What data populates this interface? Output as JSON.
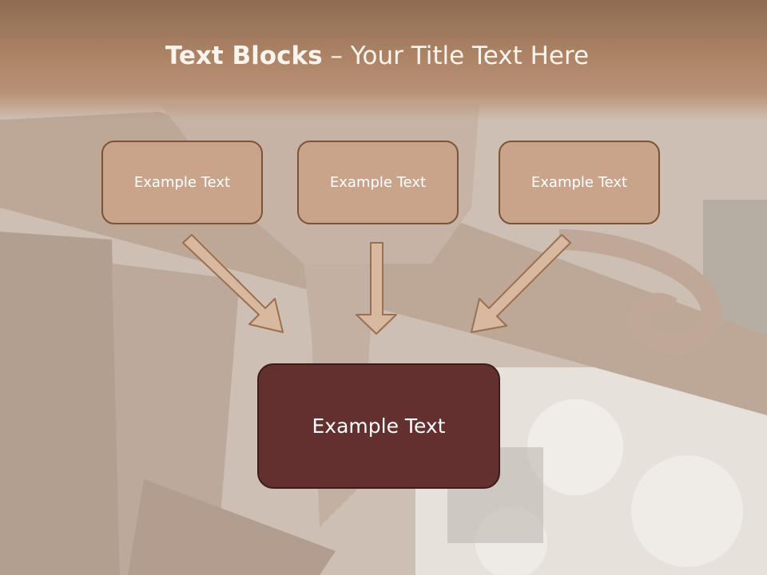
{
  "slide": {
    "title_bold": "Text Blocks",
    "title_rest": " – Your Title Text Here",
    "boxes": [
      {
        "label": "Example Text"
      },
      {
        "label": "Example Text"
      },
      {
        "label": "Example Text"
      }
    ],
    "main_box": {
      "label": "Example Text"
    }
  },
  "colors": {
    "title_bar": "#ab8264",
    "small_box_fill": "#caa48a",
    "small_box_border": "#7a5436",
    "main_box_fill": "#642f2f",
    "arrow_fill": "#d8b89e",
    "arrow_stroke": "#9a7050"
  }
}
